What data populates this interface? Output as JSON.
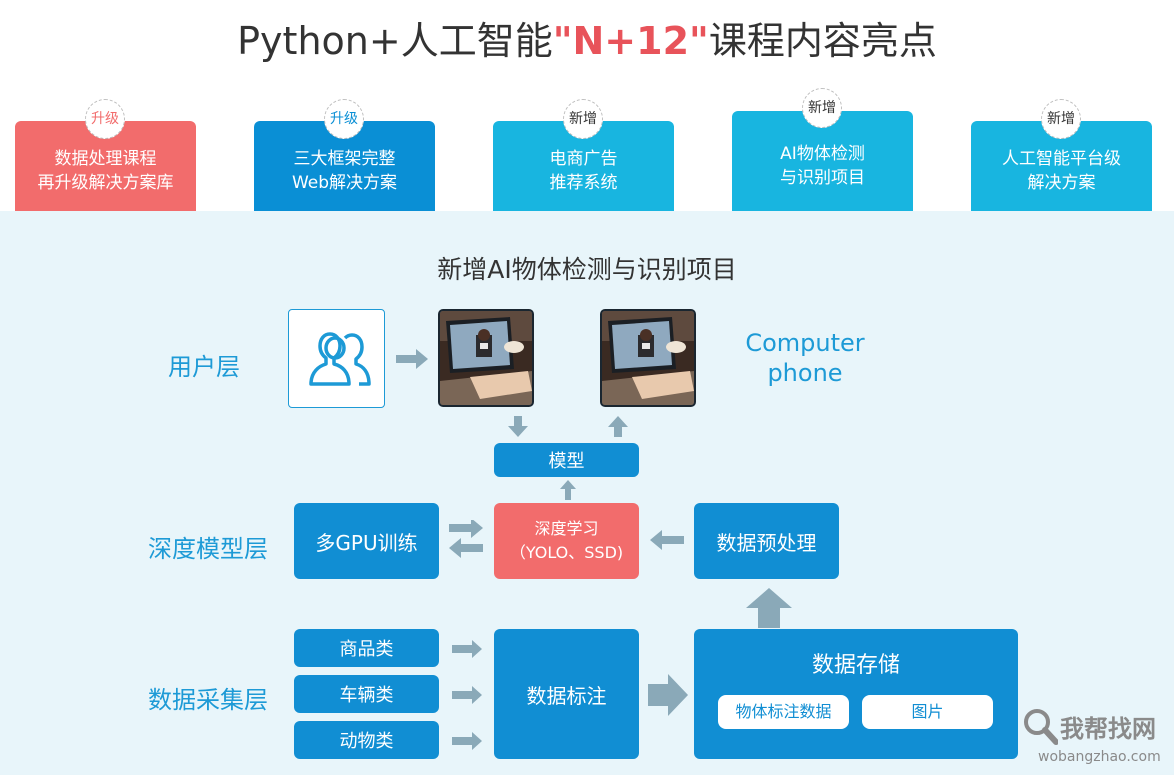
{
  "header": {
    "title_prefix": "Python+人工智能",
    "title_highlight": "\"N+12\"",
    "title_suffix": "课程内容亮点"
  },
  "cards": [
    {
      "badge": "升级",
      "line1": "数据处理课程",
      "line2": "再升级解决方案库",
      "color": "#f26c6c"
    },
    {
      "badge": "升级",
      "line1": "三大框架完整",
      "line2": "Web解决方案",
      "color": "#0a8fd5"
    },
    {
      "badge": "新增",
      "line1": "电商广告",
      "line2": "推荐系统",
      "color": "#18b5e0"
    },
    {
      "badge": "新增",
      "line1": "AI物体检测",
      "line2": "与识别项目",
      "color": "#18b5e0"
    },
    {
      "badge": "新增",
      "line1": "人工智能平台级",
      "line2": "解决方案",
      "color": "#18b5e0"
    }
  ],
  "diagram": {
    "subtitle": "新增AI物体检测与识别项目",
    "layers": {
      "user": "用户层",
      "deep": "深度模型层",
      "collect": "数据采集层"
    },
    "devices": {
      "line1": "Computer",
      "line2": "phone"
    },
    "model": "模型",
    "multi_gpu": "多GPU训练",
    "deep_learning": {
      "line1": "深度学习",
      "line2": "（YOLO、SSD)"
    },
    "preprocess": "数据预处理",
    "categories": [
      "商品类",
      "车辆类",
      "动物类"
    ],
    "annotation": "数据标注",
    "storage": {
      "title": "数据存储",
      "items": [
        "物体标注数据",
        "图片"
      ]
    }
  },
  "watermark": {
    "text": "我帮找网",
    "url": "wobangzhao.com"
  },
  "colors": {
    "primary_blue": "#118ed3",
    "accent_red": "#f26c6c",
    "cyan": "#18b5e0",
    "panel_bg": "#e8f5fa",
    "arrow_gray": "#8aa9b8",
    "layer_text": "#1d9ad6"
  },
  "icons": [
    "user-group-icon",
    "laptop-video-call-photo",
    "search-icon"
  ]
}
